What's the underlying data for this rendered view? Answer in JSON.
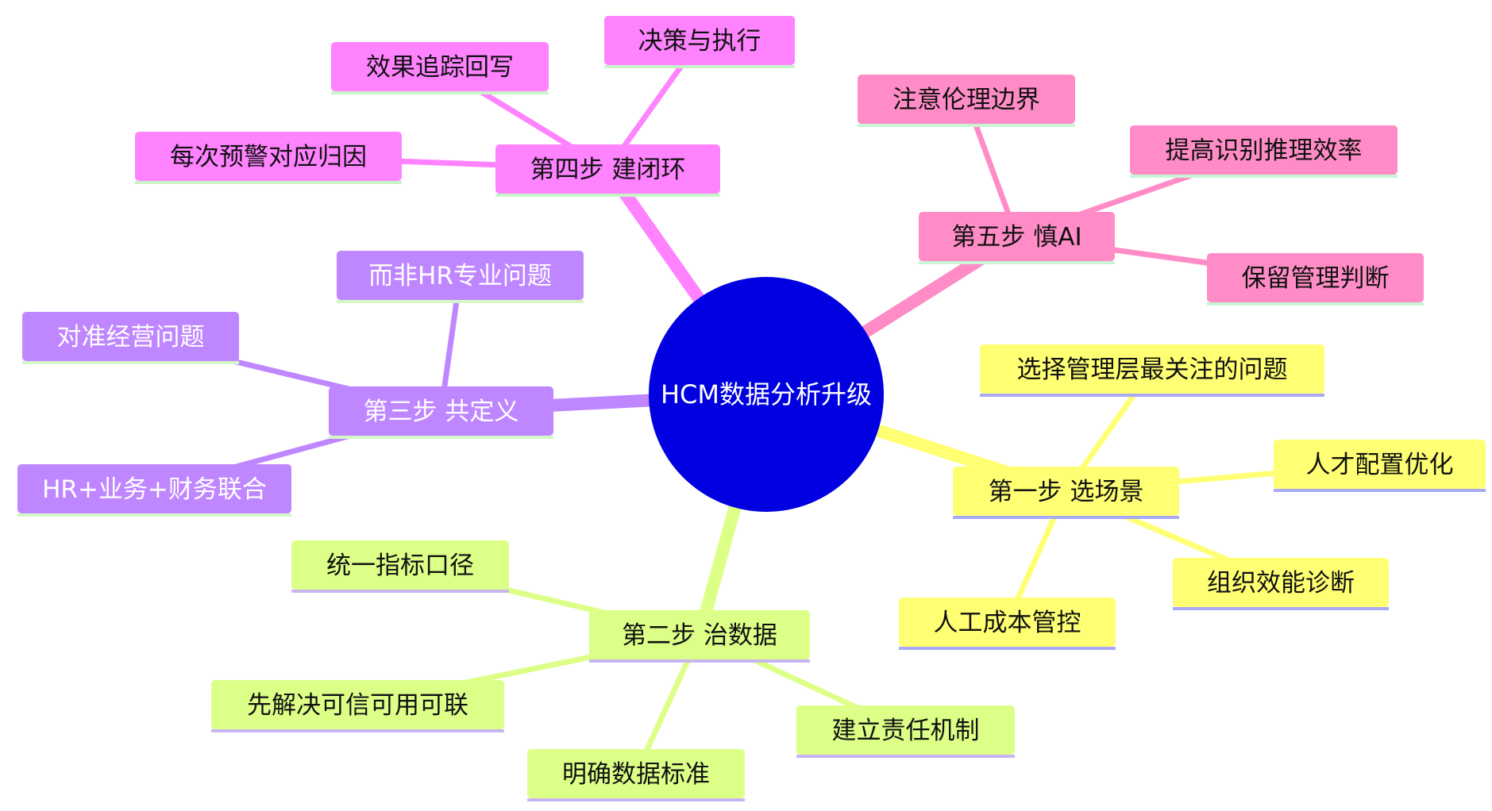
{
  "center": {
    "label": "HCM数据分析升级",
    "color": "#0000e0",
    "text_color": "#ffffff"
  },
  "branches": [
    {
      "id": "step1",
      "label": "第一步 选场景",
      "color": "#ffff73",
      "underline": "#a9a9f5",
      "text_color": "#111111",
      "children": [
        "选择管理层最关注的问题",
        "人才配置优化",
        "组织效能诊断",
        "人工成本管控"
      ]
    },
    {
      "id": "step2",
      "label": "第二步 治数据",
      "color": "#dcff87",
      "underline": "#c8b6f0",
      "text_color": "#111111",
      "children": [
        "统一指标口径",
        "先解决可信可用可联",
        "明确数据标准",
        "建立责任机制"
      ]
    },
    {
      "id": "step3",
      "label": "第三步 共定义",
      "color": "#bf87ff",
      "underline": "#d4f7c8",
      "text_color": "#ffffff",
      "children": [
        "而非HR专业问题",
        "对准经营问题",
        "HR+业务+财务联合"
      ]
    },
    {
      "id": "step4",
      "label": "第四步 建闭环",
      "color": "#ff82ff",
      "underline": "#c8f5c8",
      "text_color": "#111111",
      "children": [
        "决策与执行",
        "效果追踪回写",
        "每次预警对应归因"
      ]
    },
    {
      "id": "step5",
      "label": "第五步 慎AI",
      "color": "#ff8cc6",
      "underline": "#c8f5d4",
      "text_color": "#111111",
      "children": [
        "注意伦理边界",
        "提高识别推理效率",
        "保留管理判断"
      ]
    }
  ]
}
